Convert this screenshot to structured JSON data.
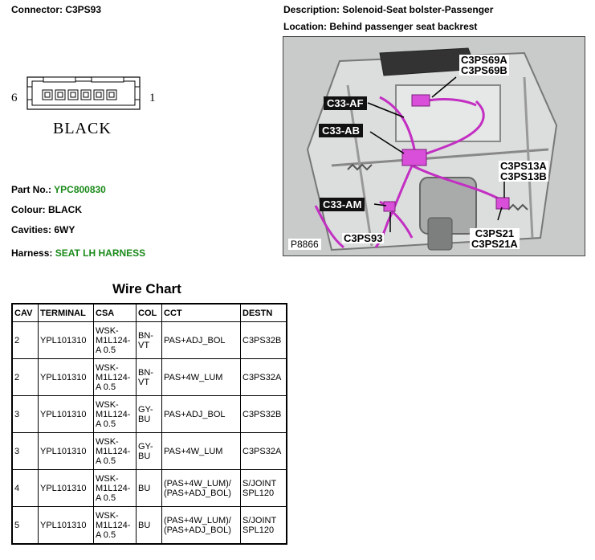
{
  "header": {
    "connector": "Connector: C3PS93",
    "description": "Description: Solenoid-Seat bolster-Passenger",
    "location": "Location: Behind passenger seat backrest"
  },
  "connector_drawing": {
    "left_pin": "6",
    "right_pin": "1",
    "color_label": "BLACK"
  },
  "info": {
    "part_no_label": "Part No.:",
    "part_no_value": "YPC800830",
    "colour": "Colour: BLACK",
    "cavities": "Cavities: 6WY",
    "harness_label": "Harness:",
    "harness_value": "SEAT LH HARNESS"
  },
  "photo": {
    "callouts": [
      "C3PS69A\nC3PS69B",
      "C33-AF",
      "C33-AB",
      "C3PS13A\nC3PS13B",
      "C33-AM",
      "C3PS93",
      "C3PS21\nC3PS21A"
    ],
    "ref": "P8866"
  },
  "wire_chart": {
    "title": "Wire Chart",
    "headers": [
      "CAV",
      "TERMINAL",
      "CSA",
      "COL",
      "CCT",
      "DESTN"
    ],
    "rows": [
      [
        "2",
        "YPL101310",
        "WSK-\nM1L124-\nA 0.5",
        "BN-\nVT",
        "PAS+ADJ_BOL",
        "C3PS32B"
      ],
      [
        "2",
        "YPL101310",
        "WSK-\nM1L124-\nA 0.5",
        "BN-\nVT",
        "PAS+4W_LUM",
        "C3PS32A"
      ],
      [
        "3",
        "YPL101310",
        "WSK-\nM1L124-\nA 0.5",
        "GY-\nBU",
        "PAS+ADJ_BOL",
        "C3PS32B"
      ],
      [
        "3",
        "YPL101310",
        "WSK-\nM1L124-\nA 0.5",
        "GY-\nBU",
        "PAS+4W_LUM",
        "C3PS32A"
      ],
      [
        "4",
        "YPL101310",
        "WSK-\nM1L124-\nA 0.5",
        "BU",
        "(PAS+4W_LUM)/\n(PAS+ADJ_BOL)",
        "S/JOINT\nSPL120"
      ],
      [
        "5",
        "YPL101310",
        "WSK-\nM1L124-\nA 0.5",
        "BU",
        "(PAS+4W_LUM)/\n(PAS+ADJ_BOL)",
        "S/JOINT\nSPL120"
      ]
    ]
  },
  "colors": {
    "green_text": "#1a8a1a",
    "wire_magenta": "#c22fc2",
    "photo_background": "#c9cbcb"
  }
}
